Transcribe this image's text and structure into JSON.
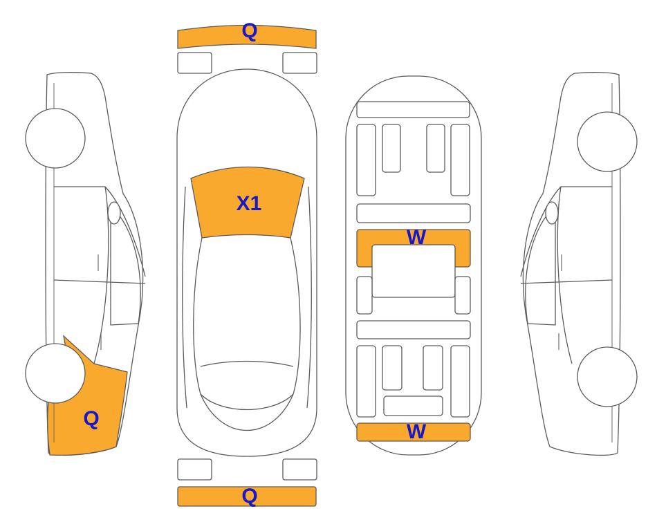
{
  "colors": {
    "damage_fill": "#FAA92F",
    "label_text": "#1818C8",
    "outline": "#5a5a5a",
    "background": "#ffffff"
  },
  "labels": {
    "front_bumper": "Q",
    "rear_bumper": "Q",
    "left_rear_quarter": "Q",
    "windshield": "X1",
    "underbody_middle": "W",
    "underbody_rear": "W"
  }
}
